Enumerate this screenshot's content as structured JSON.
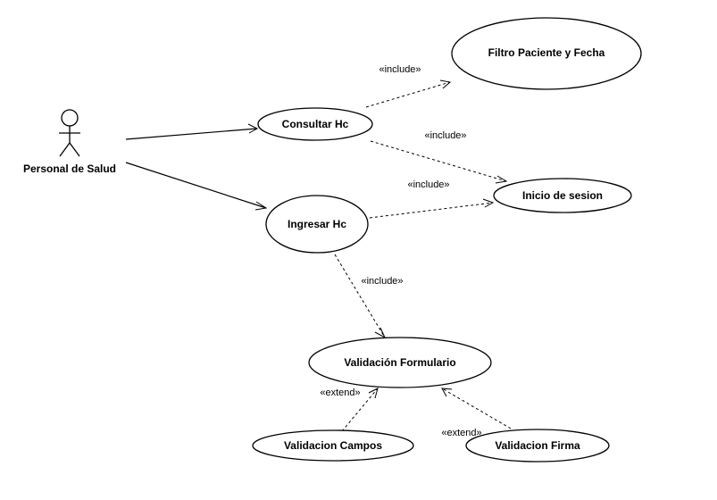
{
  "actor": {
    "label": "Personal de Salud"
  },
  "use_cases": {
    "filtro": "Filtro Paciente y Fecha",
    "consultar": "Consultar Hc",
    "inicio": "Inicio de sesion",
    "ingresar": "Ingresar Hc",
    "validacion_formulario": "Validación Formulario",
    "validacion_campos": "Validacion Campos",
    "validacion_firma": "Validacion Firma"
  },
  "relations": {
    "include_filtro": "«include»",
    "include_consultar_inicio": "«include»",
    "include_ingresar_inicio": "«include»",
    "include_ingresar_validacion": "«include»",
    "extend_campos": "«extend»",
    "extend_firma": "«extend»"
  }
}
